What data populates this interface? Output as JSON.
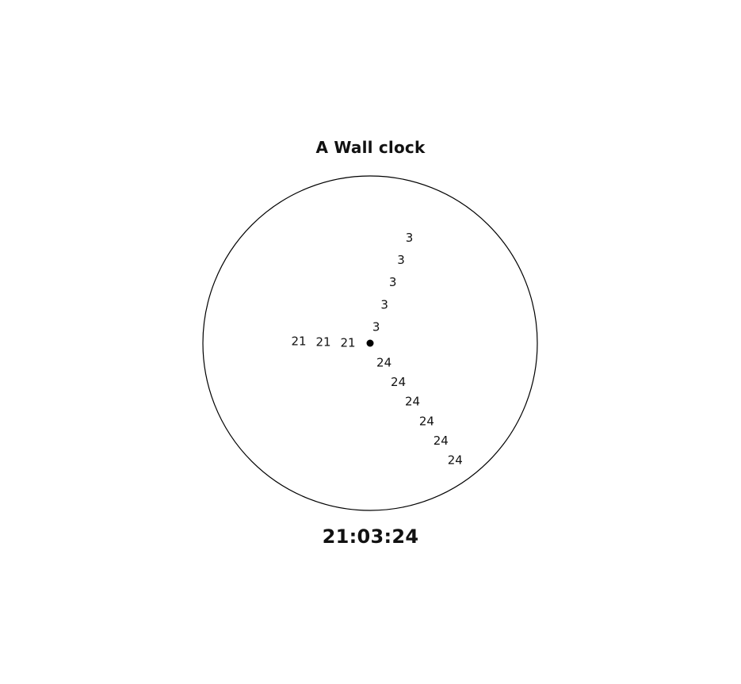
{
  "page": {
    "title": "A Wall clock",
    "digital_time": "21:03:24"
  },
  "clock": {
    "hours": 21,
    "minutes": 3,
    "seconds": 24,
    "hour_label": "21",
    "minute_label": "3",
    "second_label": "24",
    "hour_repeats": 3,
    "minute_repeats": 5,
    "second_repeats": 6,
    "colors": {
      "face_stroke": "#000000",
      "text": "#111111",
      "center_dot": "#000000"
    }
  }
}
